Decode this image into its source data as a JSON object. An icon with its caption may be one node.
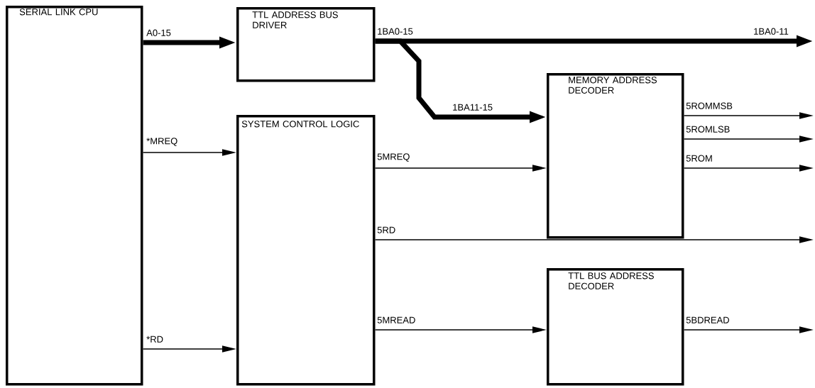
{
  "diagram": {
    "nodes": [
      {
        "text": [
          "SERIAL LINK CPU"
        ]
      },
      {
        "text": [
          "TTL ADDRESS BUS DRIVER"
        ]
      },
      {
        "text": [
          "SYSTEM CONTROL LOGIC"
        ]
      },
      {
        "text": [
          "MEMORY ADDRESS DECODER"
        ]
      },
      {
        "text": [
          "TTL BUS ADDRESS DECODER"
        ]
      }
    ],
    "edges": [
      {
        "from": 0,
        "to": 1,
        "arrow": "to",
        "label": "A0-15",
        "style": "thick"
      },
      {
        "from": 0,
        "to": 2,
        "arrow": "to",
        "label": "*MREQ"
      },
      {
        "from": 0,
        "to": 2,
        "arrow": "to",
        "label": "*RD"
      },
      {
        "from": 1,
        "to": null,
        "arrow": "to",
        "label": "1BA0-11",
        "style": "thick"
      },
      {
        "from": 1,
        "to": 3,
        "arrow": "to",
        "label": "1BA11-15",
        "style": "thick"
      },
      {
        "from": 2,
        "to": 3,
        "arrow": "to",
        "label": "5MREQ"
      },
      {
        "from": 2,
        "to": null,
        "arrow": "to",
        "label": "5RD"
      },
      {
        "from": 2,
        "to": 4,
        "arrow": "to",
        "label": "5MREAD"
      },
      {
        "from": 3,
        "to": null,
        "arrow": "to",
        "label": "5ROMMSB"
      },
      {
        "from": 3,
        "to": null,
        "arrow": "to",
        "label": "5ROMLSB"
      },
      {
        "from": 3,
        "to": null,
        "arrow": "to",
        "label": "5ROM"
      },
      {
        "from": 4,
        "to": null,
        "arrow": "to",
        "label": "5BDREAD"
      }
    ],
    "labels": [
      "1BA0-15"
    ]
  }
}
